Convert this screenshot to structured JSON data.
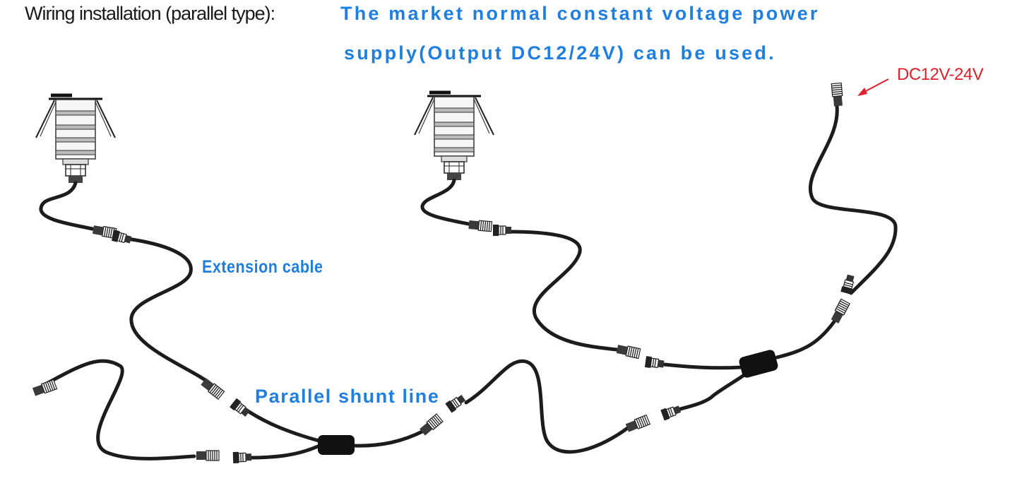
{
  "header": {
    "title": "Wiring installation (parallel type):",
    "headline_line1": "The market normal constant voltage power",
    "headline_line2": "supply(Output DC12/24V) can be used."
  },
  "labels": {
    "extension_cable": "Extension cable",
    "parallel_shunt_line": "Parallel shunt line",
    "power_input": "DC12V-24V"
  },
  "colors": {
    "accent_blue": "#1e7fe0",
    "power_red": "#e0202a",
    "cable": "#1c1c1c"
  }
}
